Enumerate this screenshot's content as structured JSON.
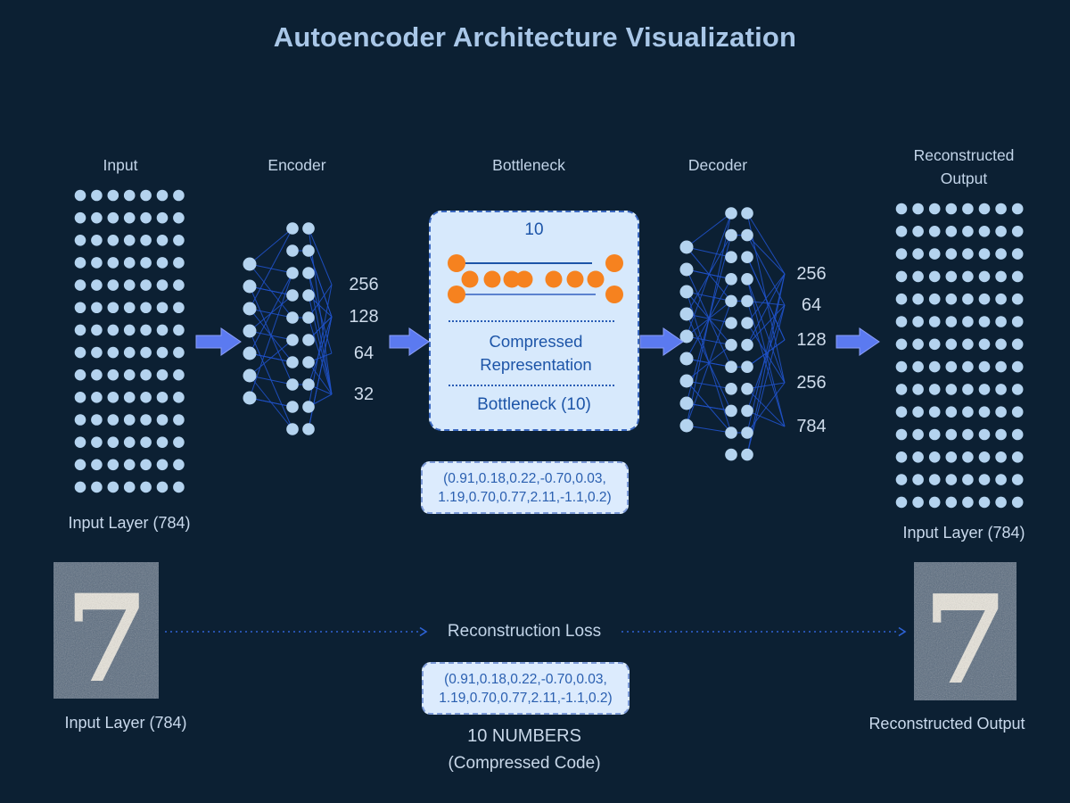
{
  "title": "Autoencoder Architecture Visualization",
  "colors": {
    "background": "#0c2033",
    "dot": "#b4d3ef",
    "net_line": "#1f51c8",
    "accent_arrow": "#5b7af0",
    "arrow_edge": "#8b9ff8",
    "orange": "#f6821f",
    "box_line_dark": "#1d55a8",
    "box_line_light": "#5b82cf",
    "dotted_line": "#2e63d6"
  },
  "sections": {
    "input": {
      "label": "Input",
      "caption": "Input Layer (784)",
      "grid": {
        "cols": 7,
        "rows": 14
      }
    },
    "encoder": {
      "label": "Encoder",
      "left_nodes": 7,
      "pair_rows": 10,
      "layer_labels": [
        "256",
        "128",
        "64",
        "32"
      ]
    },
    "bottleneck": {
      "label": "Bottleneck",
      "top_value": "10",
      "middle_dots": 7,
      "caption": "Compressed Representation",
      "footer": "Bottleneck (10)"
    },
    "decoder": {
      "label": "Decoder",
      "left_nodes": 9,
      "pair_rows": 12,
      "layer_labels": [
        "256",
        "64",
        "128",
        "256",
        "784"
      ]
    },
    "output": {
      "label": "Reconstructed Output",
      "caption": "Input Layer (784)",
      "grid": {
        "cols": 8,
        "rows": 14
      }
    }
  },
  "code_vector": {
    "line1": "(0.91,0.18,0.22,-0.70,0.03,",
    "line2": "1.19,0.70,0.77,2.11,-1.1,0.2)"
  },
  "bottom": {
    "input_image": {
      "digit": "7",
      "caption": "Input Layer (784)"
    },
    "loss_label": "Reconstruction Loss",
    "numbers_label": "10 NUMBERS",
    "numbers_sub": "(Compressed Code)",
    "output_image": {
      "digit": "7",
      "caption": "Reconstructed Output"
    }
  }
}
